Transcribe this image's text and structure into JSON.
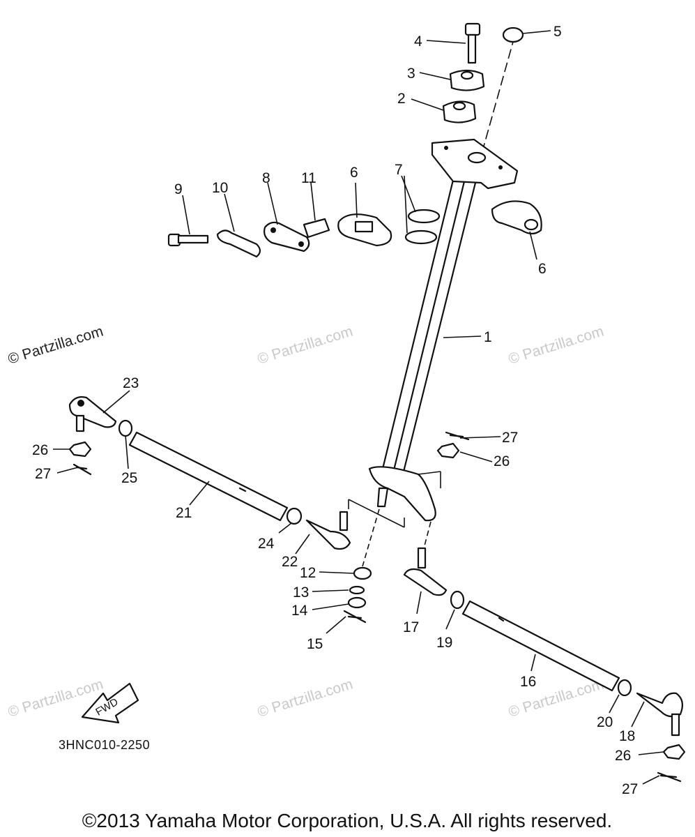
{
  "diagram": {
    "diagram_code": "3HNC010-2250",
    "fwd_label": "FWD",
    "copyright": "©2013 Yamaha Motor Corporation, U.S.A. All rights reserved.",
    "watermarks": [
      "© Partzilla.com",
      "© Partzilla.com",
      "© Partzilla.com",
      "© Partzilla.com",
      "© Partzilla.com",
      "© Partzilla.com"
    ],
    "callouts": [
      "1",
      "2",
      "3",
      "4",
      "5",
      "6",
      "6",
      "7",
      "8",
      "9",
      "10",
      "11",
      "12",
      "13",
      "14",
      "15",
      "16",
      "17",
      "18",
      "19",
      "20",
      "21",
      "22",
      "23",
      "24",
      "25",
      "26",
      "26",
      "26",
      "27",
      "27",
      "27"
    ]
  }
}
